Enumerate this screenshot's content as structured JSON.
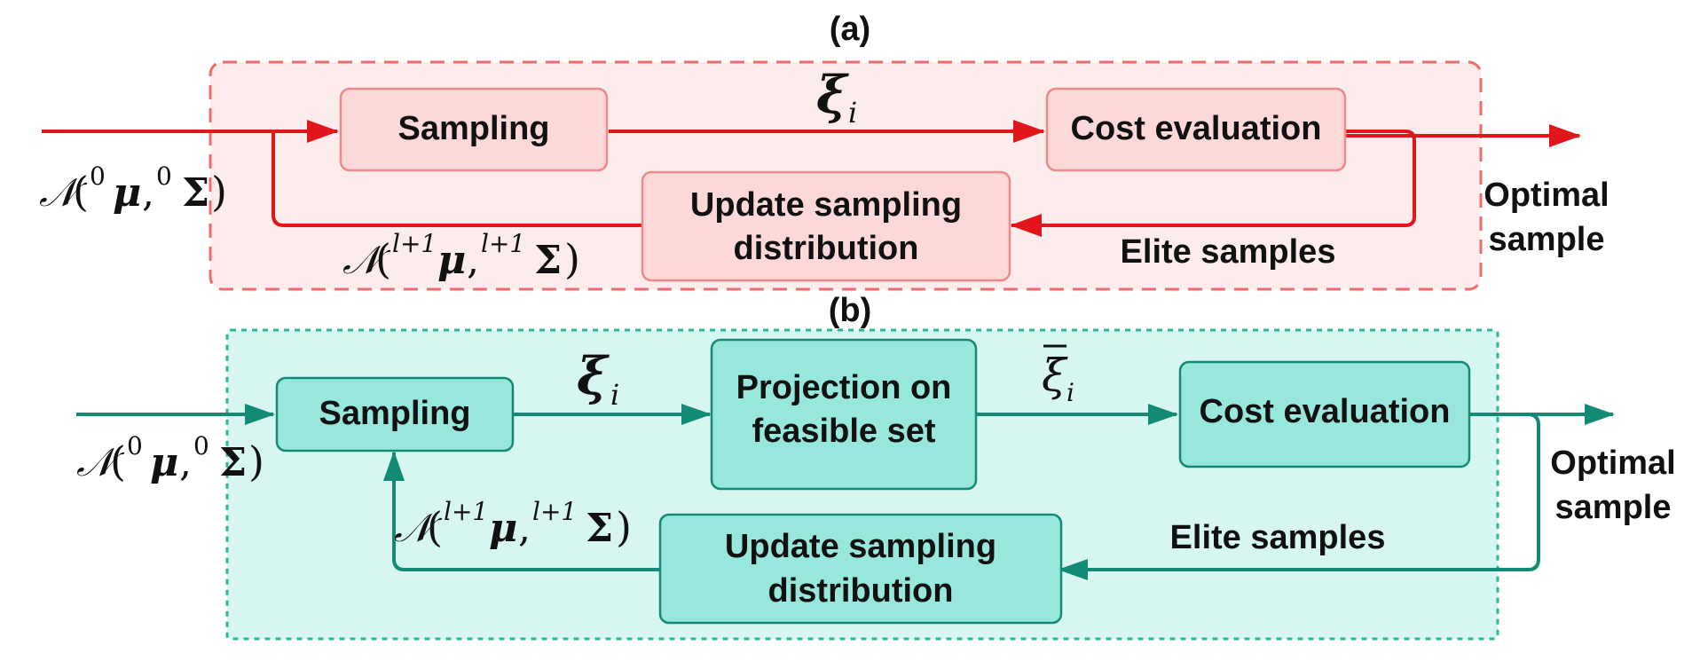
{
  "panel_a": {
    "label": "(a)",
    "sampling": "Sampling",
    "cost_evaluation": "Cost evaluation",
    "update_line1": "Update sampling",
    "update_line2": "distribution",
    "xi_symbol": "ξ",
    "xi_subscript": "i",
    "elite_samples": "Elite samples",
    "optimal_line1": "Optimal",
    "optimal_line2": "sample",
    "initial_dist": {
      "script_n": "𝒩",
      "open_paren": "(",
      "sup_mu": "0",
      "mu": "μ",
      "comma": ",",
      "sup_sigma": "0",
      "sigma": "Σ",
      "close_paren": ")"
    },
    "updated_dist": {
      "script_n": "𝒩",
      "open_paren": "(",
      "sup_mu": "l+1",
      "mu": "μ",
      "comma": ",",
      "sup_sigma": "l+1",
      "sigma": "Σ",
      "close_paren": ")"
    },
    "colors": {
      "border": "#ef6b6b",
      "fill": "#fdecec",
      "box_fill": "#fdd8d8",
      "box_stroke": "#f08a8a",
      "arrow": "#e0161b"
    }
  },
  "panel_b": {
    "label": "(b)",
    "sampling": "Sampling",
    "projection_line1": "Projection on",
    "projection_line2": "feasible set",
    "cost_evaluation": "Cost evaluation",
    "update_line1": "Update sampling",
    "update_line2": "distribution",
    "xi_symbol": "ξ",
    "xi_subscript": "i",
    "xi_bar_symbol": "ξ",
    "xi_bar_subscript": "i",
    "elite_samples": "Elite samples",
    "optimal_line1": "Optimal",
    "optimal_line2": "sample",
    "initial_dist": {
      "script_n": "𝒩",
      "open_paren": "(",
      "sup_mu": "0",
      "mu": "μ",
      "comma": ",",
      "sup_sigma": "0",
      "sigma": "Σ",
      "close_paren": ")"
    },
    "updated_dist": {
      "script_n": "𝒩",
      "open_paren": "(",
      "sup_mu": "l+1",
      "mu": "μ",
      "comma": ",",
      "sup_sigma": "l+1",
      "sigma": "Σ",
      "close_paren": ")"
    },
    "colors": {
      "border": "#2bb79b",
      "fill": "#d7f6f1",
      "box_fill": "#98e7dc",
      "box_stroke": "#128a76",
      "arrow": "#128a76"
    }
  }
}
